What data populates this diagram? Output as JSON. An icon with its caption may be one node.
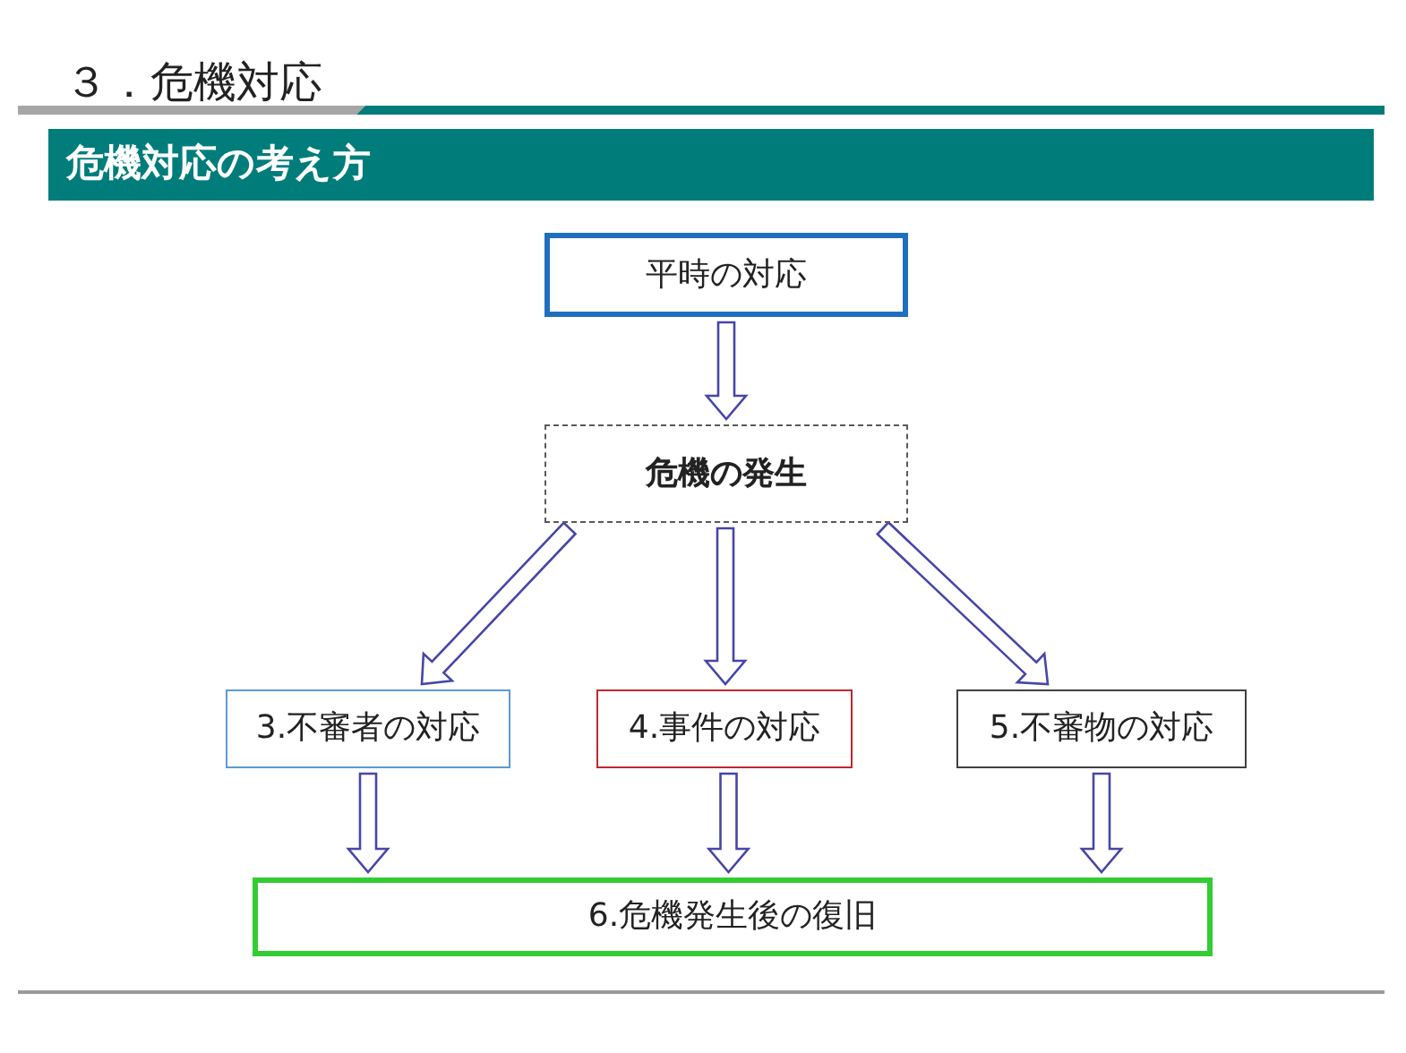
{
  "diagram": {
    "title": "３．危機対応",
    "nodes": [
      {
        "text": [
          "危機対応の考え方"
        ]
      },
      {
        "text": [
          "平時の対応"
        ]
      },
      {
        "text": [
          "危機の発生"
        ]
      },
      {
        "text": [
          "3.不審者の対応"
        ]
      },
      {
        "text": [
          "4.事件の対応"
        ]
      },
      {
        "text": [
          "5.不審物の対応"
        ]
      },
      {
        "text": [
          "6.危機発生後の復旧"
        ]
      }
    ],
    "edges": [
      {
        "from": 1,
        "to": 2,
        "arrow": "to"
      },
      {
        "from": 2,
        "to": 3,
        "arrow": "to"
      },
      {
        "from": 2,
        "to": 4,
        "arrow": "to"
      },
      {
        "from": 2,
        "to": 5,
        "arrow": "to"
      },
      {
        "from": 3,
        "to": 6,
        "arrow": "to"
      },
      {
        "from": 4,
        "to": 6,
        "arrow": "to"
      },
      {
        "from": 5,
        "to": 6,
        "arrow": "to"
      }
    ]
  }
}
